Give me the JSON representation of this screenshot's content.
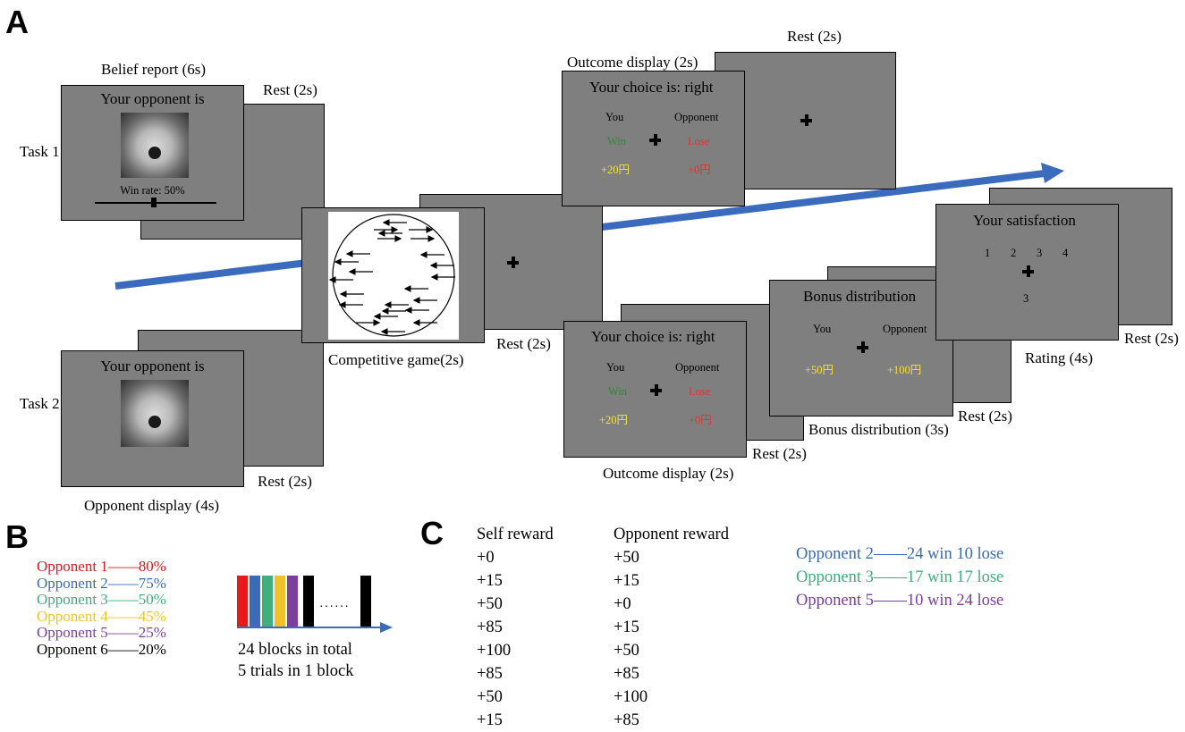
{
  "panels": {
    "a": "A",
    "b": "B",
    "c": "C"
  },
  "colors": {
    "screen_gray": "#7f7f7f",
    "arrow_blue": "#3a6bbd",
    "win_green": "#2e8b2e",
    "lose_red": "#e8302a",
    "money_yellow": "#f2e23c"
  },
  "task_labels": {
    "task1": "Task 1",
    "task2": "Task 2"
  },
  "belief": {
    "caption": "Belief report (6s)",
    "title": "Your opponent is",
    "win_rate": "Win rate: 50%",
    "rest": "Rest (2s)"
  },
  "opponent_display": {
    "caption": "Opponent display (4s)",
    "title": "Your opponent is",
    "rest": "Rest (2s)"
  },
  "game": {
    "caption": "Competitive game(2s)",
    "rest": "Rest (2s)"
  },
  "outcome1": {
    "caption": "Outcome display (2s)",
    "rest": "Rest (2s)",
    "title": "Your choice is: right",
    "you": "You",
    "opponent": "Opponent",
    "you_result": "Win",
    "opp_result": "Lose",
    "you_amount": "+20円",
    "opp_amount": "+0円"
  },
  "outcome2": {
    "caption": "Outcome display (2s)",
    "rest": "Rest (2s)",
    "title": "Your choice is: right",
    "you": "You",
    "opponent": "Opponent",
    "you_result": "Win",
    "opp_result": "Lose",
    "you_amount": "+20円",
    "opp_amount": "+0円"
  },
  "bonus": {
    "caption": "Bonus distribution (3s)",
    "rest": "Rest (2s)",
    "title": "Bonus distribution",
    "you": "You",
    "opponent": "Opponent",
    "you_amount": "+50円",
    "opp_amount": "+100円"
  },
  "rating": {
    "caption": "Rating (4s)",
    "rest": "Rest (2s)",
    "title": "Your satisfaction",
    "scale": [
      "1",
      "2",
      "3",
      "4"
    ],
    "selected": "3"
  },
  "b_panel": {
    "opponents": [
      {
        "label": "Opponent 1",
        "rate": "80%",
        "color": "#d7191c"
      },
      {
        "label": "Opponent 2",
        "rate": "75%",
        "color": "#3b6bb6"
      },
      {
        "label": "Opponent 3",
        "rate": "50%",
        "color": "#3fae7c"
      },
      {
        "label": "Opponent 4",
        "rate": "45%",
        "color": "#f0c22a"
      },
      {
        "label": "Opponent 5",
        "rate": "25%",
        "color": "#7b3f9b"
      },
      {
        "label": "Opponent 6",
        "rate": "20%",
        "color": "#000000"
      }
    ],
    "block_colors": [
      "#e41a1c",
      "#3b6bb6",
      "#3fae7c",
      "#f0c22a",
      "#7b3f9b",
      "#000000",
      "#000000"
    ],
    "dots": "······",
    "blocks_text": "24 blocks in total",
    "trials_text": "5 trials in 1 block"
  },
  "c_panel": {
    "self_header": "Self reward",
    "opp_header": "Opponent reward",
    "self": [
      "+0",
      "+15",
      "+50",
      "+85",
      "+100",
      "+85",
      "+50",
      "+15"
    ],
    "opp": [
      "+50",
      "+15",
      "+0",
      "+15",
      "+50",
      "+85",
      "+100",
      "+85"
    ],
    "legend": [
      {
        "label": "Opponent 2",
        "text": "24 win 10 lose",
        "color": "#3b6bb6"
      },
      {
        "label": "Opponent 3",
        "text": "17 win 17 lose",
        "color": "#3fae7c"
      },
      {
        "label": "Opponent 5",
        "text": "10 win 24 lose",
        "color": "#7b3f9b"
      }
    ]
  }
}
